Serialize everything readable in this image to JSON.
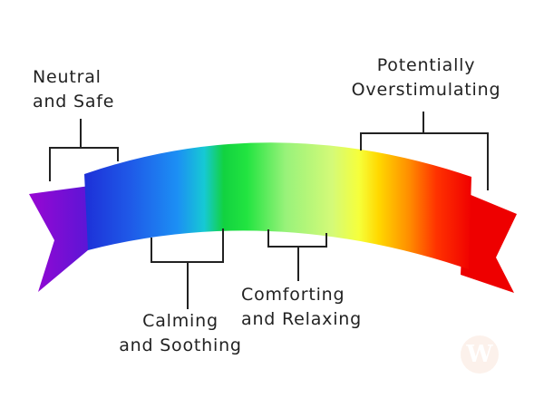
{
  "labels": {
    "neutral": [
      "Neutral",
      "and Safe"
    ],
    "overstimulating": [
      "Potentially",
      "Overstimulating"
    ],
    "comforting": [
      "Comforting",
      "and Relaxing"
    ],
    "calming": [
      "Calming",
      "and Soothing"
    ]
  },
  "watermark": {
    "glyph": "W"
  },
  "colors": {
    "text": "#222222",
    "bracket": "#222222",
    "spectrum": [
      "#8a08d8",
      "#4b1fd8",
      "#1c3fe0",
      "#1d78f0",
      "#1aa7f3",
      "#0fd7d8",
      "#18e070",
      "#16d020",
      "#90f070",
      "#c8f870",
      "#f3ff40",
      "#ffe000",
      "#ff9a00",
      "#ff4a00",
      "#ee0a0a",
      "#f00000"
    ]
  }
}
